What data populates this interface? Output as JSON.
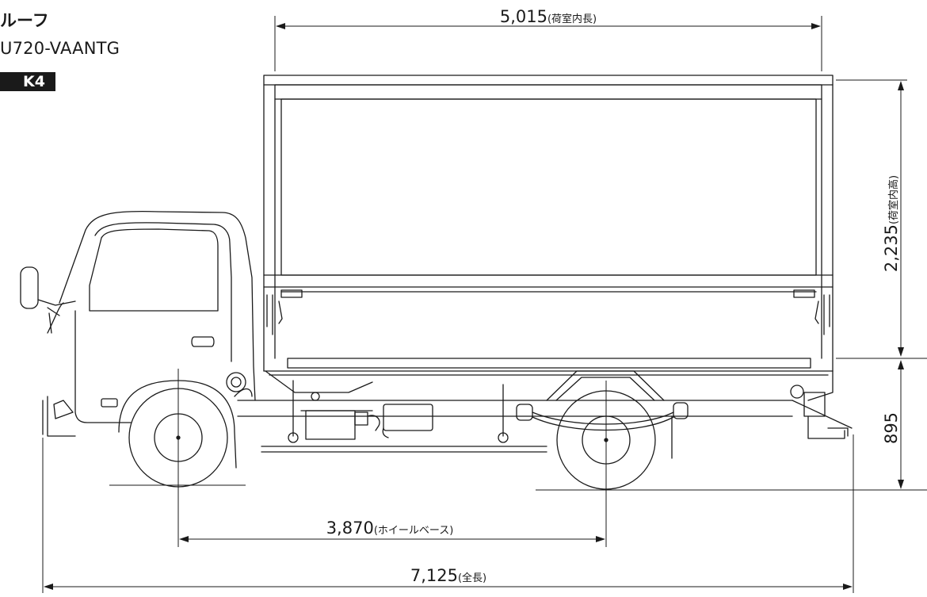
{
  "header": {
    "title": "ルーフ",
    "model": "U720-VAANTG",
    "badge": "K4"
  },
  "dimensions": {
    "cargo_length": {
      "value": "5,015",
      "note": "(荷室内長)"
    },
    "cargo_height": {
      "value": "2,235",
      "note": "(荷室内高)"
    },
    "floor_height": {
      "value": "895"
    },
    "wheelbase": {
      "value": "3,870",
      "note": "(ホイールベース)"
    },
    "overall_length": {
      "value": "7,125",
      "note": "(全長)"
    }
  },
  "colors": {
    "line": "#1a1a1a",
    "badge_bg": "#1a1a1a",
    "badge_text": "#ffffff"
  }
}
